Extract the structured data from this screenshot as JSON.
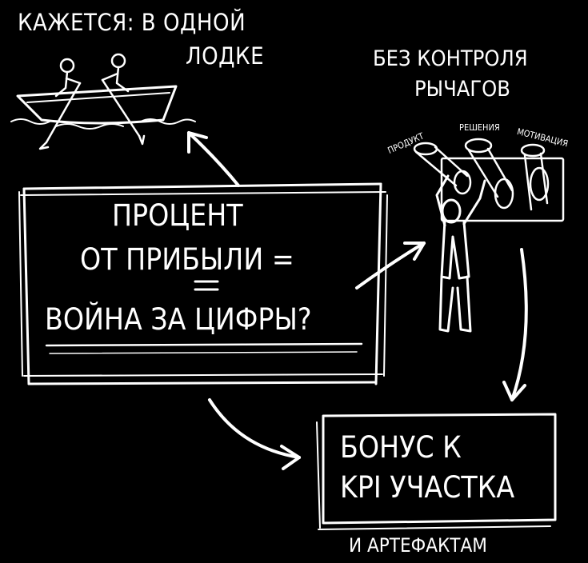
{
  "captions": {
    "top_left": [
      "КАЖЕТСЯ: В ОДНОЙ",
      "ЛОДКЕ"
    ],
    "top_right": [
      "БЕЗ КОНТРОЛЯ",
      "РЫЧАГОВ"
    ],
    "levers": [
      "ПРОДУКТ",
      "РЕШЕНИЯ",
      "МОТИВАЦИЯ"
    ]
  },
  "center_box": {
    "lines": [
      "ПРОЦЕНТ",
      "ОТ ПРИБЫЛИ =",
      "ВОЙНА ЗА ЦИФРЫ?"
    ]
  },
  "bonus_box": {
    "lines": [
      "БОНУС К",
      "KPI УЧАСТКА"
    ],
    "caption": "И АРТЕФАКТАМ"
  },
  "colors": {
    "background": "#000000",
    "ink": "#ffffff"
  }
}
